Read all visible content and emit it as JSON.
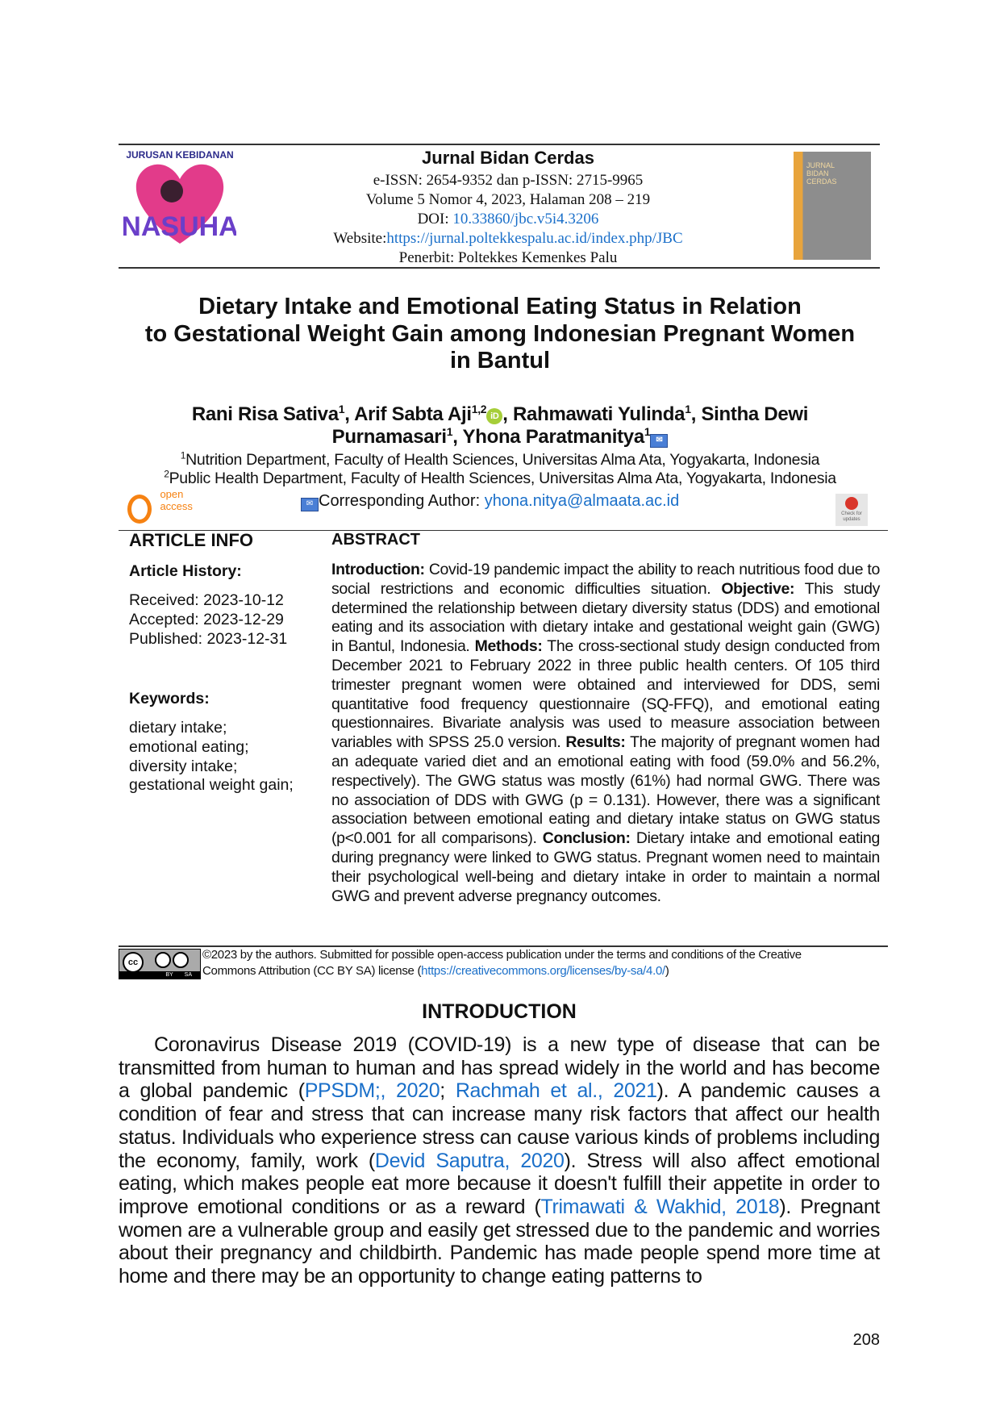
{
  "header": {
    "logo_text": "JURUSAN KEBIDANAN NASUHA",
    "journal_name": "Jurnal Bidan Cerdas",
    "issn": "e-ISSN: 2654-9352 dan p-ISSN: 2715-9965",
    "volume": "Volume 5 Nomor 4, 2023, Halaman 208 – 219",
    "doi_label": "DOI: ",
    "doi": "10.33860/jbc.v5i4.3206",
    "website_label": "Website:",
    "website": "https://jurnal.poltekkespalu.ac.id/index.php/JBC",
    "publisher": "Penerbit: Poltekkes Kemenkes Palu",
    "cover_text": "JURNAL BIDAN CERDAS"
  },
  "title": [
    "Dietary Intake and Emotional Eating Status in Relation",
    "to Gestational Weight Gain among Indonesian Pregnant Women",
    "in Bantul"
  ],
  "authors": {
    "a1": "Rani Risa Sativa",
    "s1": "1",
    "a2": ", Arif Sabta Aji",
    "s2": "1,2",
    "a3": ", Rahmawati Yulinda",
    "s3": "1",
    "a4": ", Sintha Dewi",
    "a4b": "Purnamasari",
    "s4": "1",
    "a5": ", Yhona Paratmanitya",
    "s5": "1"
  },
  "affiliations": [
    {
      "sup": "1",
      "text": "Nutrition Department, Faculty of Health Sciences, Universitas Alma Ata, Yogyakarta, Indonesia"
    },
    {
      "sup": "2",
      "text": "Public Health Department, Faculty of Health Sciences, Universitas Alma Ata, Yogyakarta, Indonesia"
    }
  ],
  "open_access": {
    "line1": "open",
    "line2": "access"
  },
  "corresponding": {
    "label": "Corresponding Author: ",
    "email": "yhona.nitya@almaata.ac.id"
  },
  "check_updates": "Check for updates",
  "article_info": {
    "heading": "ARTICLE INFO",
    "history_heading": "Article History:",
    "received": "Received: 2023-10-12",
    "accepted": "Accepted: 2023-12-29",
    "published": "Published: 2023-12-31",
    "keywords_heading": "Keywords:",
    "keywords": [
      "dietary intake;",
      "emotional eating;",
      "diversity intake;",
      "gestational weight gain;"
    ]
  },
  "abstract": {
    "heading": "ABSTRACT",
    "intro_label": "Introduction:",
    "intro": " Covid-19 pandemic impact the ability to reach nutritious food due to social restrictions and economic difficulties situation. ",
    "objective_label": "Objective:",
    "objective": " This study determined the relationship between dietary diversity status (DDS) and emotional eating and its association with dietary intake and gestational weight gain (GWG) in Bantul, Indonesia. ",
    "methods_label": "Methods:",
    "methods": " The cross-sectional study design conducted from December 2021 to February 2022 in three public health centers. Of 105 third trimester pregnant women were obtained and interviewed for DDS, semi quantitative food frequency questionnaire (SQ-FFQ), and emotional eating questionnaires. Bivariate analysis was used to measure association between variables with SPSS 25.0 version. ",
    "results_label": "Results:",
    "results": " The majority of pregnant women had an adequate varied diet and an emotional eating with food (59.0% and 56.2%, respectively). The GWG status was mostly (61%) had normal GWG. There was no association of DDS with GWG (p = 0.131). However, there was a significant association between emotional eating and dietary intake status on GWG status (p<0.001 for all comparisons). ",
    "conclusion_label": "Conclusion:",
    "conclusion": " Dietary intake and emotional eating during pregnancy were linked to GWG status. Pregnant women need to maintain their psychological well-being and dietary intake in order to maintain a normal GWG and prevent adverse pregnancy outcomes."
  },
  "license": {
    "text1": "©2023 by the authors. Submitted for possible open-access publication under the terms and conditions of the Creative",
    "text2": "Commons Attribution (CC BY SA) license (",
    "url": "https://creativecommons.org/licenses/by-sa/4.0/",
    "text3": ")",
    "badge_by": "BY",
    "badge_sa": "SA",
    "badge_cc": "cc"
  },
  "introduction": {
    "heading": "INTRODUCTION",
    "t1": "Coronavirus Disease 2019 (COVID-19) is a new type of disease that can be transmitted from human to human and has spread widely in the world and has become a global pandemic (",
    "c1": "PPSDM;, 2020",
    "t2": "; ",
    "c2": "Rachmah et al., 2021",
    "t3": "). A pandemic causes a condition of fear and stress that can increase many risk factors that affect our health status. Individuals who experience stress can cause various kinds of problems including the economy, family, work (",
    "c3": "Devid Saputra, 2020",
    "t4": "). Stress will also affect emotional eating, which makes people eat more because it doesn't fulfill their appetite in order to improve emotional conditions or as a reward (",
    "c4": "Trimawati & Wakhid, 2018",
    "t5": "). Pregnant women are a vulnerable group and easily get stressed due to the pandemic and worries about their pregnancy and childbirth. Pandemic has made people spend more time at home and there may be an opportunity to change eating patterns to"
  },
  "page_number": "208",
  "colors": {
    "link": "#1a6fc9",
    "orcid": "#a6ce39",
    "open_access": "#f68212"
  }
}
